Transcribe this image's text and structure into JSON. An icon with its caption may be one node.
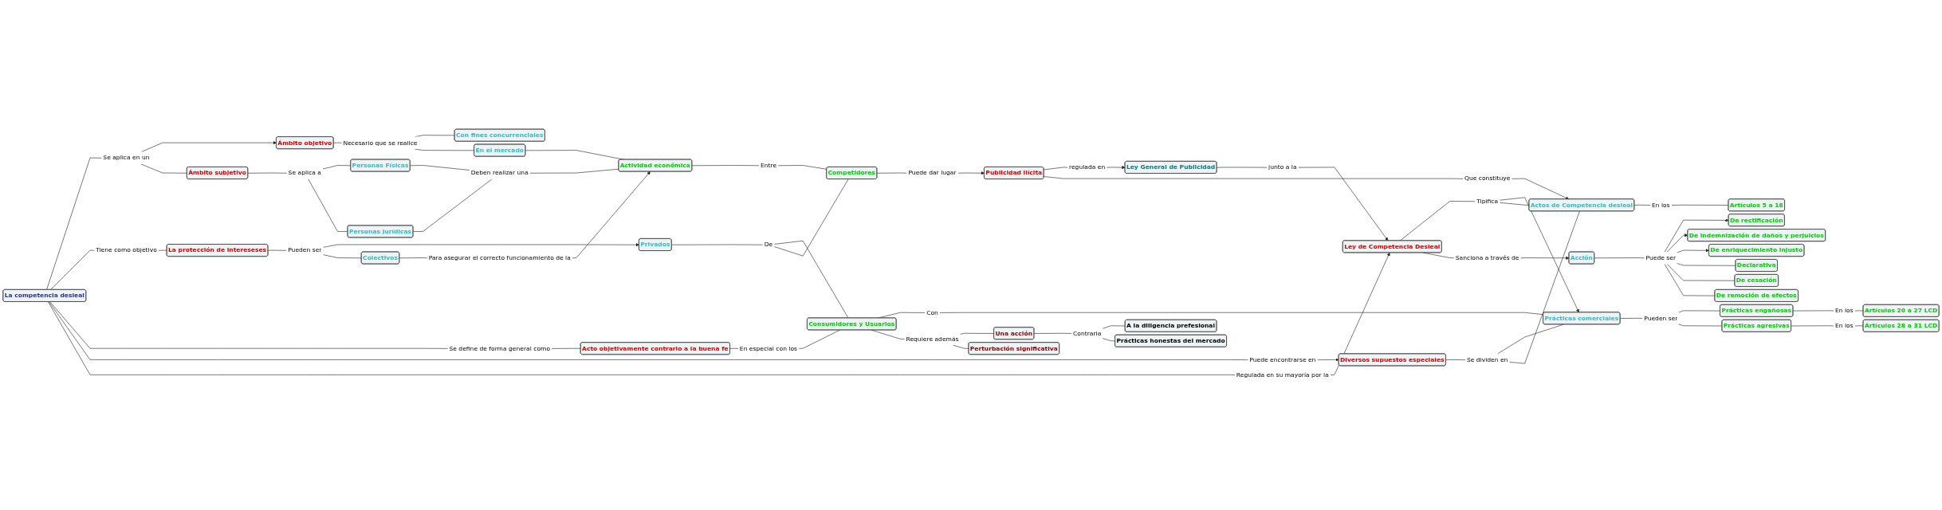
{
  "diagram": {
    "nodes": [
      {
        "text": [
          "La competencia desleal"
        ]
      },
      {
        "text": [
          "Se aplica en un"
        ]
      },
      {
        "text": [
          "Ámbito objetivo"
        ]
      },
      {
        "text": [
          "Ámbito subjetivo"
        ]
      },
      {
        "text": [
          "Tiene como objetivo"
        ]
      },
      {
        "text": [
          "La protección de intereseses"
        ]
      },
      {
        "text": [
          "Se define de forma general como"
        ]
      },
      {
        "text": [
          "Acto objetivamente contrario a la buena fe"
        ]
      },
      {
        "text": [
          "Puede encontrarse en"
        ]
      },
      {
        "text": [
          "Diversos supuestos especiales"
        ]
      },
      {
        "text": [
          "Regulada en su mayoría por la"
        ]
      },
      {
        "text": [
          "Ley de Competencia Desleal"
        ]
      },
      {
        "text": [
          "Necesario que se realice"
        ]
      },
      {
        "text": [
          "Con fines concurrenciales"
        ]
      },
      {
        "text": [
          "En el mercado"
        ]
      },
      {
        "text": [
          "Se aplica a"
        ]
      },
      {
        "text": [
          "Personas Físicas"
        ]
      },
      {
        "text": [
          "Personas jurídicas"
        ]
      },
      {
        "text": [
          "Deben realizar una"
        ]
      },
      {
        "text": [
          "Actividad económica"
        ]
      },
      {
        "text": [
          "Pueden ser"
        ]
      },
      {
        "text": [
          "Privados"
        ]
      },
      {
        "text": [
          "Colectivos"
        ]
      },
      {
        "text": [
          "Para asegurar el correcto funcionamiento de la"
        ]
      },
      {
        "text": [
          "De"
        ]
      },
      {
        "text": [
          "En especial con los"
        ]
      },
      {
        "text": [
          "Consumidores y Usuarios"
        ]
      },
      {
        "text": [
          "Con"
        ]
      },
      {
        "text": [
          "Requiere además"
        ]
      },
      {
        "text": [
          "Una acción"
        ]
      },
      {
        "text": [
          "Perturbación significativa"
        ]
      },
      {
        "text": [
          "Contraria"
        ]
      },
      {
        "text": [
          "A la diligencia prefesional"
        ]
      },
      {
        "text": [
          "Prácticas honestas del mercado"
        ]
      },
      {
        "text": [
          "Entre"
        ]
      },
      {
        "text": [
          "Competidores"
        ]
      },
      {
        "text": [
          "Puede dar lugar"
        ]
      },
      {
        "text": [
          "Publicidad ilícita"
        ]
      },
      {
        "text": [
          "regulada en"
        ]
      },
      {
        "text": [
          "Ley General de Publicidad"
        ]
      },
      {
        "text": [
          "Que constituye"
        ]
      },
      {
        "text": [
          "Actos de Competencia desleal"
        ]
      },
      {
        "text": [
          "junto a la"
        ]
      },
      {
        "text": [
          "Se dividen en"
        ]
      },
      {
        "text": [
          "Prácticas comerciales"
        ]
      },
      {
        "text": [
          "Pueden ser"
        ]
      },
      {
        "text": [
          "Prácticas engañosas"
        ]
      },
      {
        "text": [
          "Prácticas agresivas"
        ]
      },
      {
        "text": [
          "En los"
        ]
      },
      {
        "text": [
          "Artículos 20 a 27 LCD"
        ]
      },
      {
        "text": [
          "En los"
        ]
      },
      {
        "text": [
          "Artículos 28 a 31 LCD"
        ]
      },
      {
        "text": [
          "Tipifica"
        ]
      },
      {
        "text": [
          "En los"
        ]
      },
      {
        "text": [
          "Artículos 5 a 18"
        ]
      },
      {
        "text": [
          "Sanciona a través de"
        ]
      },
      {
        "text": [
          "Acción"
        ]
      },
      {
        "text": [
          "Puede ser"
        ]
      },
      {
        "text": [
          "De rectificación"
        ]
      },
      {
        "text": [
          "De indemnización de daños y perjuicios"
        ]
      },
      {
        "text": [
          "De enriquecimiento injusto"
        ]
      },
      {
        "text": [
          "Declarativa"
        ]
      },
      {
        "text": [
          "De cesación"
        ]
      },
      {
        "text": [
          "De remoción de efectos"
        ]
      }
    ],
    "edges": [
      {
        "from": 0,
        "to": 1,
        "arrow": "none"
      },
      {
        "from": 1,
        "to": 2,
        "arrow": "to"
      },
      {
        "from": 1,
        "to": 3,
        "arrow": "none"
      },
      {
        "from": 0,
        "to": 4,
        "arrow": "none"
      },
      {
        "from": 4,
        "to": 5,
        "arrow": "none"
      },
      {
        "from": 0,
        "to": 6,
        "arrow": "none"
      },
      {
        "from": 6,
        "to": 7,
        "arrow": "none"
      },
      {
        "from": 0,
        "to": 8,
        "arrow": "none"
      },
      {
        "from": 8,
        "to": 9,
        "arrow": "to"
      },
      {
        "from": 0,
        "to": 10,
        "arrow": "none"
      },
      {
        "from": 10,
        "to": 11,
        "arrow": "to"
      },
      {
        "from": 2,
        "to": 12,
        "arrow": "none"
      },
      {
        "from": 12,
        "to": 13,
        "arrow": "none"
      },
      {
        "from": 12,
        "to": 14,
        "arrow": "none"
      },
      {
        "from": 3,
        "to": 15,
        "arrow": "none"
      },
      {
        "from": 15,
        "to": 16,
        "arrow": "none"
      },
      {
        "from": 15,
        "to": 17,
        "arrow": "none"
      },
      {
        "from": 16,
        "to": 18,
        "arrow": "none"
      },
      {
        "from": 17,
        "to": 18,
        "arrow": "none"
      },
      {
        "from": 18,
        "to": 19,
        "arrow": "none"
      },
      {
        "from": 14,
        "to": 19,
        "arrow": "none"
      },
      {
        "from": 5,
        "to": 20,
        "arrow": "none"
      },
      {
        "from": 20,
        "to": 21,
        "arrow": "to"
      },
      {
        "from": 20,
        "to": 22,
        "arrow": "none"
      },
      {
        "from": 22,
        "to": 23,
        "arrow": "none"
      },
      {
        "from": 23,
        "to": 19,
        "arrow": "to"
      },
      {
        "from": 21,
        "to": 24,
        "arrow": "none"
      },
      {
        "from": 24,
        "to": 26,
        "arrow": "none"
      },
      {
        "from": 24,
        "to": 35,
        "arrow": "none"
      },
      {
        "from": 7,
        "to": 25,
        "arrow": "none"
      },
      {
        "from": 25,
        "to": 26,
        "arrow": "none"
      },
      {
        "from": 26,
        "to": 27,
        "arrow": "none"
      },
      {
        "from": 27,
        "to": 44,
        "arrow": "none"
      },
      {
        "from": 26,
        "to": 28,
        "arrow": "none"
      },
      {
        "from": 28,
        "to": 29,
        "arrow": "none"
      },
      {
        "from": 28,
        "to": 30,
        "arrow": "none"
      },
      {
        "from": 29,
        "to": 31,
        "arrow": "none"
      },
      {
        "from": 31,
        "to": 32,
        "arrow": "none"
      },
      {
        "from": 31,
        "to": 33,
        "arrow": "none"
      },
      {
        "from": 19,
        "to": 34,
        "arrow": "none"
      },
      {
        "from": 34,
        "to": 35,
        "arrow": "none"
      },
      {
        "from": 35,
        "to": 36,
        "arrow": "none"
      },
      {
        "from": 36,
        "to": 37,
        "arrow": "to"
      },
      {
        "from": 37,
        "to": 38,
        "arrow": "none"
      },
      {
        "from": 38,
        "to": 39,
        "arrow": "to"
      },
      {
        "from": 37,
        "to": 40,
        "arrow": "none"
      },
      {
        "from": 40,
        "to": 41,
        "arrow": "to"
      },
      {
        "from": 39,
        "to": 42,
        "arrow": "none"
      },
      {
        "from": 42,
        "to": 11,
        "arrow": "to"
      },
      {
        "from": 9,
        "to": 43,
        "arrow": "none"
      },
      {
        "from": 43,
        "to": 44,
        "arrow": "none"
      },
      {
        "from": 43,
        "to": 41,
        "arrow": "none"
      },
      {
        "from": 44,
        "to": 45,
        "arrow": "none"
      },
      {
        "from": 45,
        "to": 46,
        "arrow": "none"
      },
      {
        "from": 45,
        "to": 47,
        "arrow": "none"
      },
      {
        "from": 46,
        "to": 48,
        "arrow": "none"
      },
      {
        "from": 48,
        "to": 49,
        "arrow": "none"
      },
      {
        "from": 47,
        "to": 50,
        "arrow": "none"
      },
      {
        "from": 50,
        "to": 51,
        "arrow": "none"
      },
      {
        "from": 11,
        "to": 52,
        "arrow": "none"
      },
      {
        "from": 52,
        "to": 44,
        "arrow": "to"
      },
      {
        "from": 52,
        "to": 41,
        "arrow": "none"
      },
      {
        "from": 41,
        "to": 53,
        "arrow": "none"
      },
      {
        "from": 53,
        "to": 54,
        "arrow": "none"
      },
      {
        "from": 11,
        "to": 55,
        "arrow": "none"
      },
      {
        "from": 55,
        "to": 56,
        "arrow": "to"
      },
      {
        "from": 56,
        "to": 57,
        "arrow": "none"
      },
      {
        "from": 57,
        "to": 58,
        "arrow": "to"
      },
      {
        "from": 57,
        "to": 59,
        "arrow": "to"
      },
      {
        "from": 57,
        "to": 60,
        "arrow": "to"
      },
      {
        "from": 57,
        "to": 61,
        "arrow": "none"
      },
      {
        "from": 57,
        "to": 62,
        "arrow": "none"
      },
      {
        "from": 57,
        "to": 63,
        "arrow": "none"
      }
    ]
  }
}
